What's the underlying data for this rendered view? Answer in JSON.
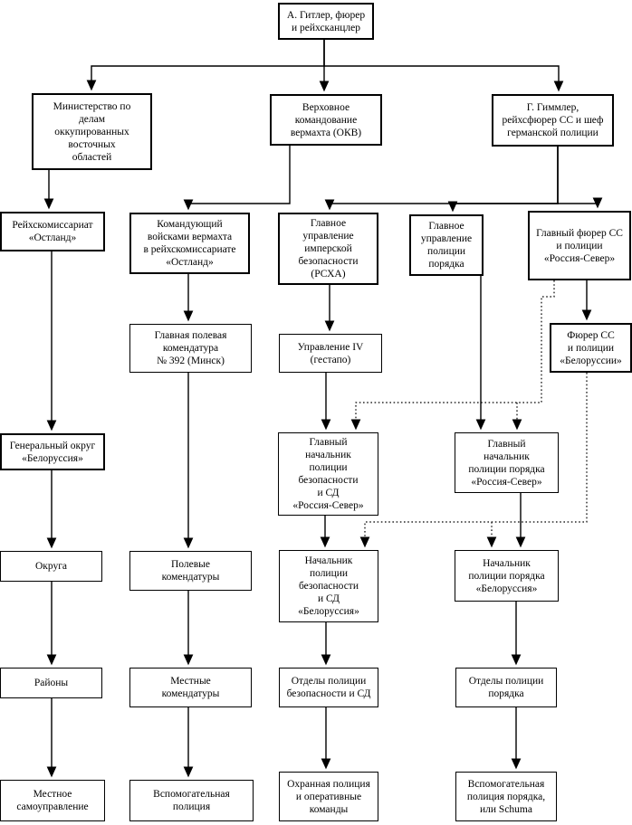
{
  "colors": {
    "background": "#ffffff",
    "line": "#000000",
    "box_border": "#000000",
    "text": "#000000"
  },
  "diagram": {
    "nodes": {
      "hitler": {
        "label": "А. Гитлер, фюрер\nи рейхсканцлер"
      },
      "ministry": {
        "label": "Министерство по\nделам\nоккупированных\nвосточных\nобластей"
      },
      "okw": {
        "label": "Верховное\nкомандование\nвермахта (ОКВ)"
      },
      "himmler": {
        "label": "Г. Гиммлер,\nрейхсфюрер СС и шеф\nгерманской полиции"
      },
      "ostland": {
        "label": "Рейхскомиссариат\n«Остланд»"
      },
      "commander": {
        "label": "Командующий\nвойсками вермахта\nв рейхскомиссариате\n«Остланд»"
      },
      "rsha": {
        "label": "Главное\nуправление\nимперской\nбезопасности\n(РСХА)"
      },
      "orpo_main": {
        "label": "Главное\nуправление\nполиции\nпорядка"
      },
      "hsspf": {
        "label": "Главный фюрер СС\nи полиции\n«Россия-Север»"
      },
      "fuehrer_bel": {
        "label": "Фюрер СС\nи полиции\n«Белоруссии»"
      },
      "feldkom": {
        "label": "Главная полевая\nкомендатура\n№ 392 (Минск)"
      },
      "gestapo": {
        "label": "Управление IV\n(гестапо)"
      },
      "genbezirk": {
        "label": "Генеральный округ\n«Белоруссия»"
      },
      "sipo_chief_rn": {
        "label": "Главный\nначальник\nполиции\nбезопасности\nи СД\n«Россия-Север»"
      },
      "orpo_chief_rn": {
        "label": "Главный\nначальник\nполиции порядка\n«Россия-Север»"
      },
      "okruga": {
        "label": "Округа"
      },
      "polevye": {
        "label": "Полевые\nкомендатуры"
      },
      "sipo_chief_bel": {
        "label": "Начальник\nполиции\nбезопасности\nи СД\n«Белоруссия»"
      },
      "orpo_chief_bel": {
        "label": "Начальник\nполиции порядка\n«Белоруссия»"
      },
      "raiony": {
        "label": "Районы"
      },
      "mestnye": {
        "label": "Местные\nкомендатуры"
      },
      "otdely_sipo": {
        "label": "Отделы полиции\nбезопасности и СД"
      },
      "otdely_orpo": {
        "label": "Отделы полиции\nпорядка"
      },
      "samoupr": {
        "label": "Местное\nсамоуправление"
      },
      "vspom": {
        "label": "Вспомогательная\nполиция"
      },
      "okhran": {
        "label": "Охранная полиция\nи оперативные\nкоманды"
      },
      "schuma": {
        "label": "Вспомогательная\nполиция порядка,\nили Schuma"
      }
    },
    "edges": [
      {
        "from": "hitler",
        "to": "ministry",
        "style": "solid"
      },
      {
        "from": "hitler",
        "to": "okw",
        "style": "solid"
      },
      {
        "from": "hitler",
        "to": "himmler",
        "style": "solid"
      },
      {
        "from": "ministry",
        "to": "ostland",
        "style": "solid"
      },
      {
        "from": "okw",
        "to": "commander",
        "style": "solid"
      },
      {
        "from": "himmler",
        "to": "rsha",
        "style": "solid"
      },
      {
        "from": "himmler",
        "to": "orpo_main",
        "style": "solid"
      },
      {
        "from": "himmler",
        "to": "hsspf",
        "style": "solid"
      },
      {
        "from": "ostland",
        "to": "genbezirk",
        "style": "solid"
      },
      {
        "from": "commander",
        "to": "feldkom",
        "style": "solid"
      },
      {
        "from": "rsha",
        "to": "gestapo",
        "style": "solid"
      },
      {
        "from": "orpo_main",
        "to": "orpo_chief_rn",
        "style": "solid"
      },
      {
        "from": "hsspf",
        "to": "fuehrer_bel",
        "style": "solid"
      },
      {
        "from": "hsspf",
        "to": "sipo_chief_rn",
        "style": "dotted"
      },
      {
        "from": "hsspf",
        "to": "orpo_chief_rn",
        "style": "dotted"
      },
      {
        "from": "gestapo",
        "to": "sipo_chief_rn",
        "style": "solid"
      },
      {
        "from": "fuehrer_bel",
        "to": "sipo_chief_bel",
        "style": "dotted"
      },
      {
        "from": "fuehrer_bel",
        "to": "orpo_chief_bel",
        "style": "dotted"
      },
      {
        "from": "sipo_chief_rn",
        "to": "sipo_chief_bel",
        "style": "solid"
      },
      {
        "from": "orpo_chief_rn",
        "to": "orpo_chief_bel",
        "style": "solid"
      },
      {
        "from": "genbezirk",
        "to": "okruga",
        "style": "solid"
      },
      {
        "from": "okruga",
        "to": "raiony",
        "style": "solid"
      },
      {
        "from": "raiony",
        "to": "samoupr",
        "style": "solid"
      },
      {
        "from": "feldkom",
        "to": "polevye",
        "style": "solid"
      },
      {
        "from": "polevye",
        "to": "mestnye",
        "style": "solid"
      },
      {
        "from": "mestnye",
        "to": "vspom",
        "style": "solid"
      },
      {
        "from": "sipo_chief_bel",
        "to": "otdely_sipo",
        "style": "solid"
      },
      {
        "from": "otdely_sipo",
        "to": "okhran",
        "style": "solid"
      },
      {
        "from": "orpo_chief_bel",
        "to": "otdely_orpo",
        "style": "solid"
      },
      {
        "from": "otdely_orpo",
        "to": "schuma",
        "style": "solid"
      }
    ]
  }
}
